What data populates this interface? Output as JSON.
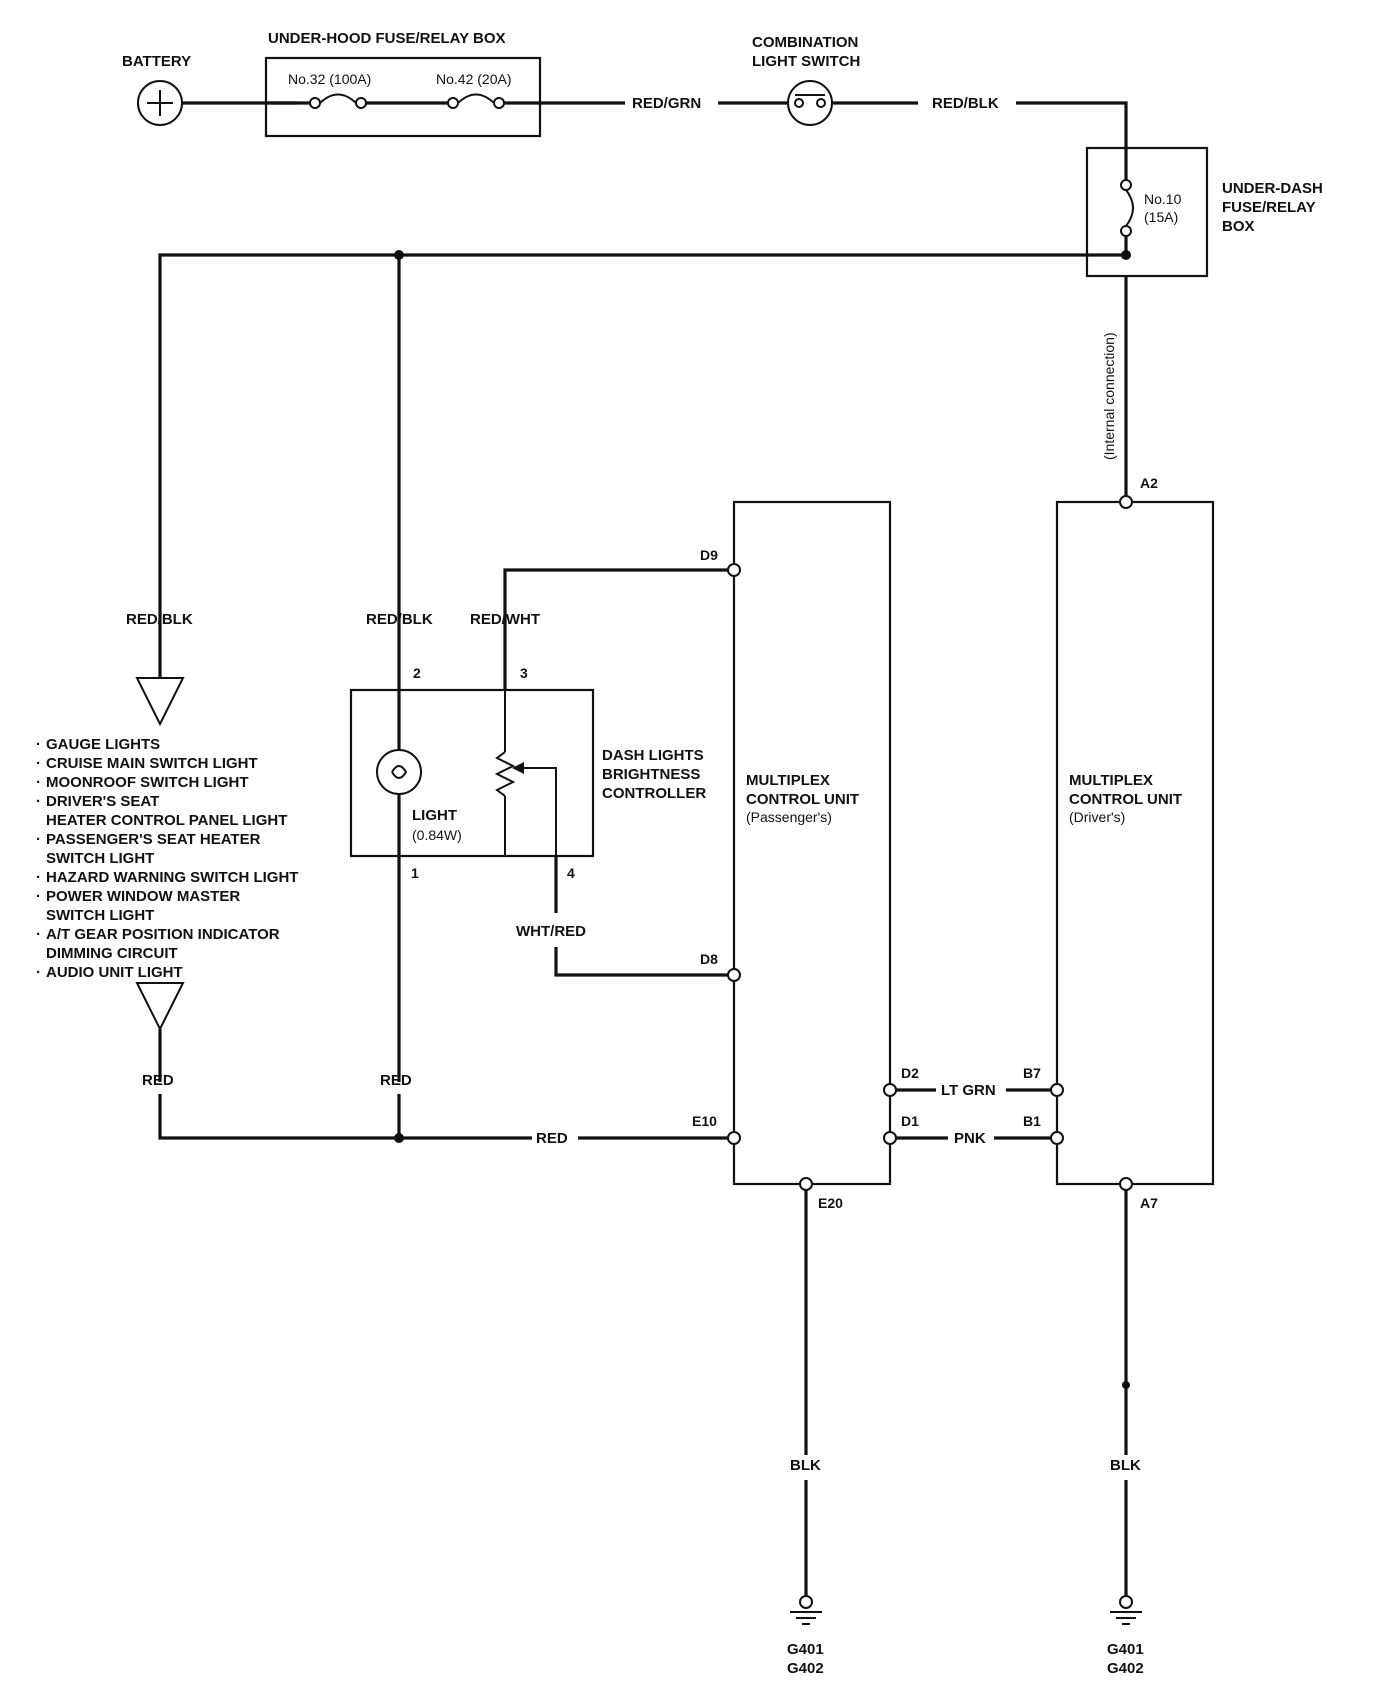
{
  "labels": {
    "battery": "BATTERY",
    "underhood_box": "UNDER-HOOD FUSE/RELAY BOX",
    "fuse32": "No.32 (100A)",
    "fuse42": "No.42 (20A)",
    "combo_switch_line1": "COMBINATION",
    "combo_switch_line2": "LIGHT SWITCH",
    "underdash_line1": "UNDER-DASH",
    "underdash_line2": "FUSE/RELAY",
    "underdash_line3": "BOX",
    "fuse10_line1": "No.10",
    "fuse10_line2": "(15A)",
    "internal_connection": "(Internal connection)",
    "dash_ctrl_line1": "DASH LIGHTS",
    "dash_ctrl_line2": "BRIGHTNESS",
    "dash_ctrl_line3": "CONTROLLER",
    "light_line1": "LIGHT",
    "light_line2": "(0.84W)",
    "mcu_pass_line1": "MULTIPLEX",
    "mcu_pass_line2": "CONTROL UNIT",
    "mcu_pass_line3": "(Passenger's)",
    "mcu_drv_line1": "MULTIPLEX",
    "mcu_drv_line2": "CONTROL UNIT",
    "mcu_drv_line3": "(Driver's)",
    "ground_pass_line1": "G401",
    "ground_pass_line2": "G402",
    "ground_drv_line1": "G401",
    "ground_drv_line2": "G402"
  },
  "wires": {
    "red_grn": "RED/GRN",
    "red_blk_top": "RED/BLK",
    "red_blk_left": "RED/BLK",
    "red_blk_mid": "RED/BLK",
    "red_wht": "RED/WHT",
    "wht_red": "WHT/RED",
    "red_left": "RED",
    "red_mid": "RED",
    "red_bottom": "RED",
    "lt_grn": "LT GRN",
    "pnk": "PNK",
    "blk_pass": "BLK",
    "blk_drv": "BLK"
  },
  "pins": {
    "d9": "D9",
    "d8": "D8",
    "e10": "E10",
    "e20": "E20",
    "d2": "D2",
    "d1": "D1",
    "a2": "A2",
    "a7": "A7",
    "b7": "B7",
    "b1": "B1",
    "p2": "2",
    "p3": "3",
    "p1": "1",
    "p4": "4"
  },
  "loads": [
    {
      "bullet": "·",
      "text": "GAUGE LIGHTS"
    },
    {
      "bullet": "·",
      "text": "CRUISE MAIN SWITCH LIGHT"
    },
    {
      "bullet": "·",
      "text": "MOONROOF SWITCH LIGHT"
    },
    {
      "bullet": "·",
      "text": "DRIVER'S SEAT"
    },
    {
      "bullet": "",
      "text": "HEATER CONTROL PANEL LIGHT"
    },
    {
      "bullet": "·",
      "text": "PASSENGER'S SEAT HEATER"
    },
    {
      "bullet": "",
      "text": "SWITCH LIGHT"
    },
    {
      "bullet": "·",
      "text": "HAZARD WARNING SWITCH LIGHT"
    },
    {
      "bullet": "·",
      "text": "POWER WINDOW MASTER"
    },
    {
      "bullet": "",
      "text": "SWITCH LIGHT"
    },
    {
      "bullet": "·",
      "text": "A/T GEAR POSITION INDICATOR"
    },
    {
      "bullet": "",
      "text": "DIMMING CIRCUIT"
    },
    {
      "bullet": "·",
      "text": "AUDIO UNIT LIGHT"
    }
  ]
}
